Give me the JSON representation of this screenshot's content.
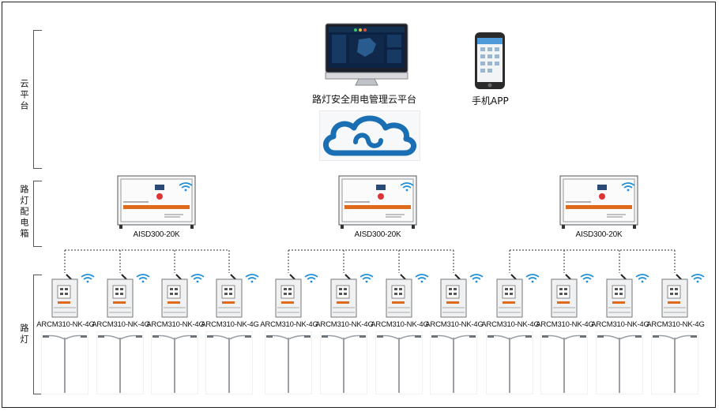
{
  "sections": {
    "cloud": "云平台",
    "cabinet": "路灯配电箱",
    "streetlight": "路灯"
  },
  "cloud_platform": {
    "title": "路灯安全用电管理云平台",
    "app_label": "手机APP"
  },
  "cabinets": [
    {
      "model": "AISD300-20K"
    },
    {
      "model": "AISD300-20K"
    },
    {
      "model": "AISD300-20K"
    }
  ],
  "meters": [
    {
      "model": "ARCM310-NK-4G"
    },
    {
      "model": "ARCM310-NK-4G"
    },
    {
      "model": "ARCM310-NK-4G"
    },
    {
      "model": "ARCM310-NK-4G"
    },
    {
      "model": "ARCM310-NK-4G"
    },
    {
      "model": "ARCM310-NK-4G"
    },
    {
      "model": "ARCM310-NK-4G"
    },
    {
      "model": "ARCM310-NK-4G"
    },
    {
      "model": "ARCM310-NK-4G"
    },
    {
      "model": "ARCM310-NK-4G"
    },
    {
      "model": "ARCM310-NK-4G"
    },
    {
      "model": "ARCM310-NK-4G"
    }
  ],
  "colors": {
    "cloud_blue": "#1a6fb4",
    "wifi_blue": "#1e8fd6",
    "line": "#333333",
    "accent_orange": "#e06a1b"
  }
}
